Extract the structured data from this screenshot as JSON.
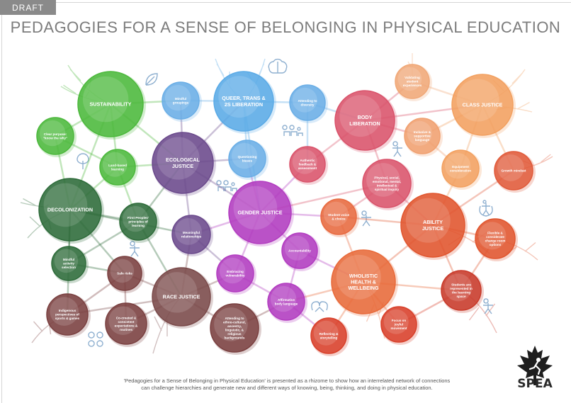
{
  "header": {
    "tag": "DRAFT",
    "title": "PEDAGOGIES FOR A SENSE OF BELONGING IN PHYSICAL EDUCATION"
  },
  "nodes": [
    {
      "id": "sustainability",
      "label": "SUSTAINABILITY",
      "color": "#4cb83c",
      "size": "large"
    },
    {
      "id": "mindful-groupings",
      "label": "Mindful groupings",
      "color": "#6aaee6",
      "size": "small"
    },
    {
      "id": "queer-trans",
      "label": "QUEER, TRANS & 2S LIBERATION",
      "color": "#5aaae6",
      "size": "large"
    },
    {
      "id": "attending-diversity",
      "label": "Attending to diversity",
      "color": "#6aaee6",
      "size": "small"
    },
    {
      "id": "body-liberation",
      "label": "BODY LIBERATION",
      "color": "#d9536b",
      "size": "large"
    },
    {
      "id": "validating-student",
      "label": "Validating student experiences",
      "color": "#f0a878",
      "size": "small"
    },
    {
      "id": "class-justice",
      "label": "CLASS JUSTICE",
      "color": "#f2a060",
      "size": "large"
    },
    {
      "id": "clear-purpose",
      "label": "Clear purpose: \"know the why\"",
      "color": "#4cb83c",
      "size": "small"
    },
    {
      "id": "ecological-justice",
      "label": "ECOLOGICAL JUSTICE",
      "color": "#6b4a8c",
      "size": "large"
    },
    {
      "id": "questioning-biases",
      "label": "Questioning biases",
      "color": "#6aaee6",
      "size": "small"
    },
    {
      "id": "authentic-feedback",
      "label": "Authentic feedback & assessment",
      "color": "#d9536b",
      "size": "small"
    },
    {
      "id": "inclusive-language",
      "label": "Inclusive & supportive language",
      "color": "#f0a070",
      "size": "small"
    },
    {
      "id": "land-based",
      "label": "Land-based learning",
      "color": "#4cb83c",
      "size": "small"
    },
    {
      "id": "equipment",
      "label": "Equipment consideration",
      "color": "#f2a060",
      "size": "small"
    },
    {
      "id": "growth-mindset",
      "label": "Growth mindset",
      "color": "#e05a3a",
      "size": "small"
    },
    {
      "id": "physical-social",
      "label": "Physical, social, emotional, mental, intellectual & spiritual inquiry",
      "color": "#d9536b",
      "size": "small"
    },
    {
      "id": "decolonization",
      "label": "DECOLONIZATION",
      "color": "#2e6b3a",
      "size": "large"
    },
    {
      "id": "gender-justice",
      "label": "GENDER JUSTICE",
      "color": "#b23cc0",
      "size": "large"
    },
    {
      "id": "first-peoples",
      "label": "First Peoples' principles of learning",
      "color": "#2e6b3a",
      "size": "small"
    },
    {
      "id": "student-voice",
      "label": "Student voice & choice",
      "color": "#e86a40",
      "size": "small"
    },
    {
      "id": "ability-justice",
      "label": "ABILITY JUSTICE",
      "color": "#e0552e",
      "size": "large"
    },
    {
      "id": "meaningful-relationships",
      "label": "Meaningful relationships",
      "color": "#6b4a8c",
      "size": "small"
    },
    {
      "id": "flexible-options",
      "label": "Flexible & considerate change room options",
      "color": "#e0552e",
      "size": "small"
    },
    {
      "id": "accountability",
      "label": "Accountability",
      "color": "#b23cc0",
      "size": "small"
    },
    {
      "id": "mindful-activity",
      "label": "Mindful activity selection",
      "color": "#2e6b3a",
      "size": "small"
    },
    {
      "id": "safe-risks",
      "label": "Safe risks",
      "color": "#7a4040",
      "size": "small"
    },
    {
      "id": "embracing-vulnerability",
      "label": "Embracing vulnerability",
      "color": "#b23cc0",
      "size": "small"
    },
    {
      "id": "wholistic-health",
      "label": "WHOLISTIC HEALTH & WELLBEING",
      "color": "#e86a3a",
      "size": "large"
    },
    {
      "id": "race-justice",
      "label": "RACE JUSTICE",
      "color": "#7a4a4a",
      "size": "large"
    },
    {
      "id": "students-represented",
      "label": "Students are represented in the learning space",
      "color": "#c83a2a",
      "size": "small"
    },
    {
      "id": "indigenous-perspectives",
      "label": "Indigenous perspectives of sports & games",
      "color": "#7a4040",
      "size": "small"
    },
    {
      "id": "affirmative-body",
      "label": "Affirmative body language",
      "color": "#b23cc0",
      "size": "small"
    },
    {
      "id": "co-created",
      "label": "Co-created & consistent expectations & routines",
      "color": "#7a4040",
      "size": "small"
    },
    {
      "id": "attending-ethno",
      "label": "Attending to ethno-cultural, ancestry, linguistic, & religious backgrounds",
      "color": "#7a4040",
      "size": "small"
    },
    {
      "id": "focus-joyful",
      "label": "Focus on joyful movement",
      "color": "#d8402a",
      "size": "small"
    },
    {
      "id": "reflecting",
      "label": "Reflecting & storytelling",
      "color": "#d8402a",
      "size": "small"
    }
  ],
  "footer": {
    "line1": "'Pedagogies for a Sense of Belonging in Physical Education' is presented as a rhizome to show how an interrelated network of connections",
    "line2": "can challenge hierarchies and generate new and different ways of knowing, being, thinking, and doing in physical education."
  },
  "logo": {
    "text": "SPEA",
    "icon": "maple-leaf-runner-logo"
  },
  "decor_icons": [
    "tree-icon",
    "leaf-icon",
    "brain-icon",
    "people-group-icon",
    "family-icon",
    "running-person-icon",
    "star-person-icon",
    "jump-rope-icon",
    "heart-hands-icon",
    "runner-icon",
    "handprint-icon",
    "figure-icon"
  ]
}
